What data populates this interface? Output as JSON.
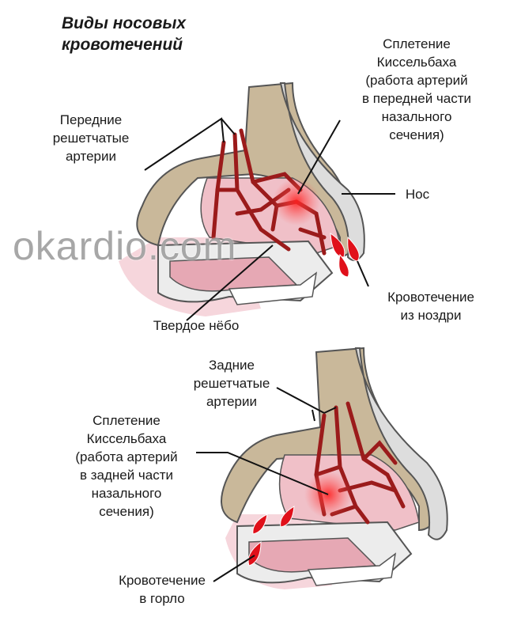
{
  "title": {
    "line1": "Виды носовых",
    "line2": "кровотечений"
  },
  "watermark": "okardio.com",
  "top_diagram": {
    "plexus_label": [
      "Сплетение",
      "Киссельбаха",
      "(работа артерий",
      "в передней части",
      "назального",
      "сечения)"
    ],
    "arteries_label": [
      "Передние",
      "решетчатые",
      "артерии"
    ],
    "nose_label": "Нос",
    "bleeding_label": [
      "Кровотечение",
      "из ноздри"
    ],
    "palate_label": "Твердое нёбо"
  },
  "bottom_diagram": {
    "arteries_label": [
      "Задние",
      "решетчатые",
      "артерии"
    ],
    "plexus_label": [
      "Сплетение",
      "Киссельбаха",
      "(работа артерий",
      "в задней части",
      "назального",
      "сечения)"
    ],
    "bleeding_label": [
      "Кровотечение",
      "в горло"
    ]
  },
  "colors": {
    "bone": "#c9b89a",
    "cartilage": "#d9d9d9",
    "mucosa": "#f2c4cc",
    "vessel": "#9b1b1b",
    "blood": "#e0101a"
  }
}
